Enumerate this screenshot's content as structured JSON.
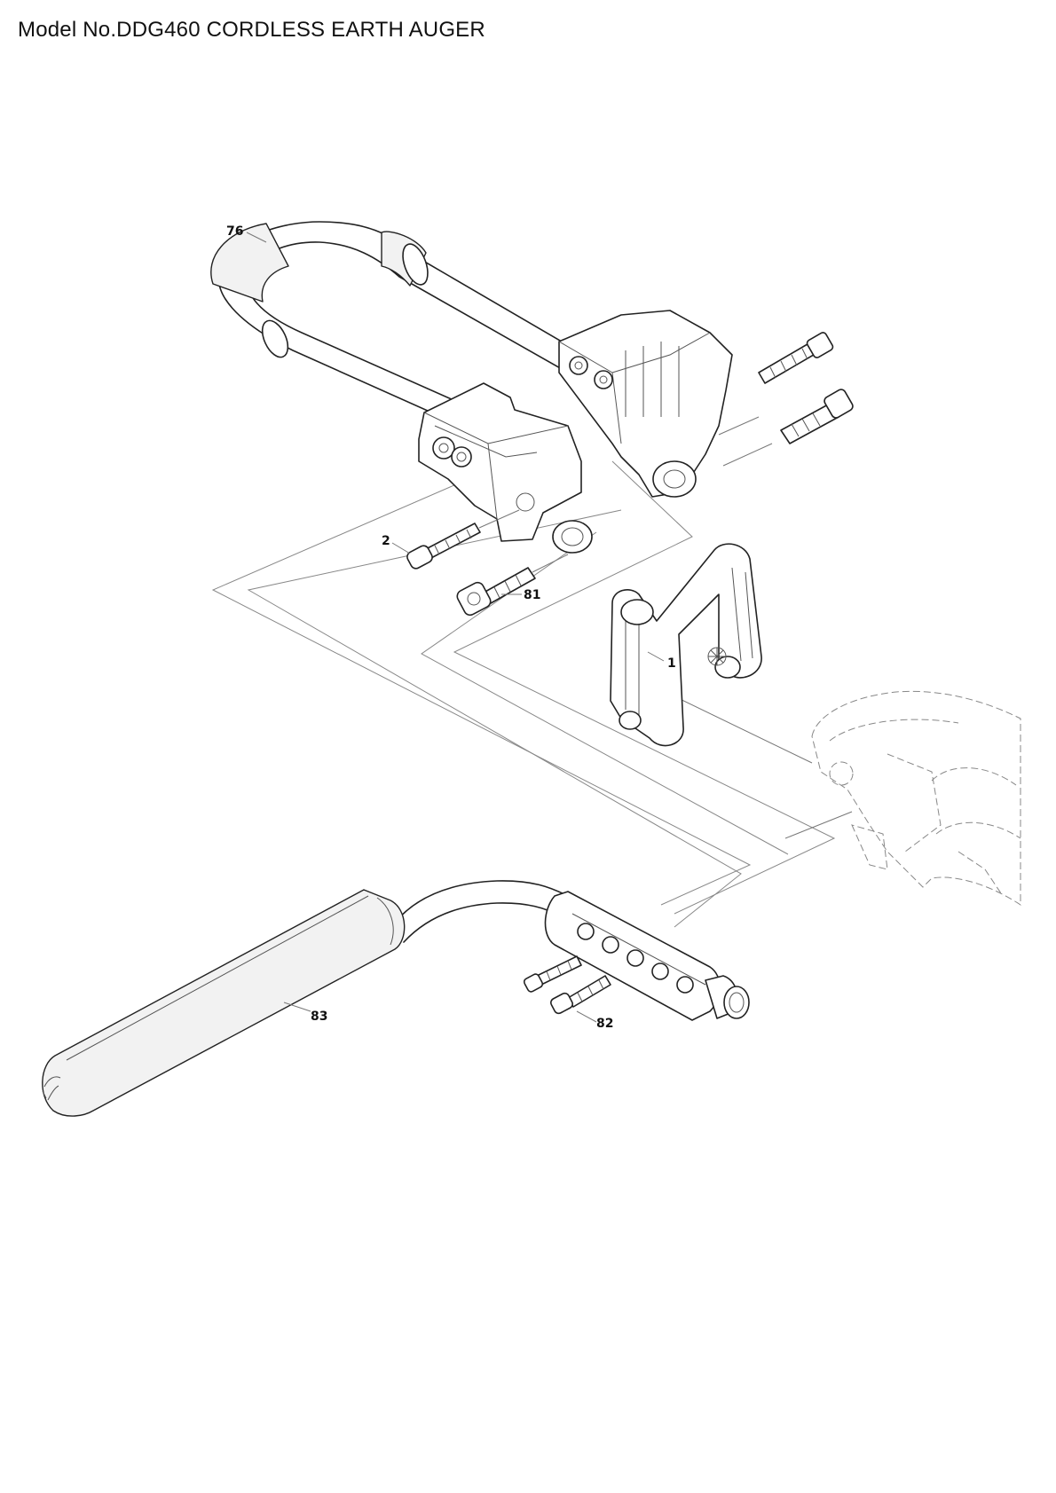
{
  "page": {
    "title": "Model No.DDG460 CORDLESS EARTH AUGER"
  },
  "callouts": {
    "c76": "76",
    "c2": "2",
    "c81": "81",
    "c1": "1",
    "c83": "83",
    "c82": "82"
  }
}
